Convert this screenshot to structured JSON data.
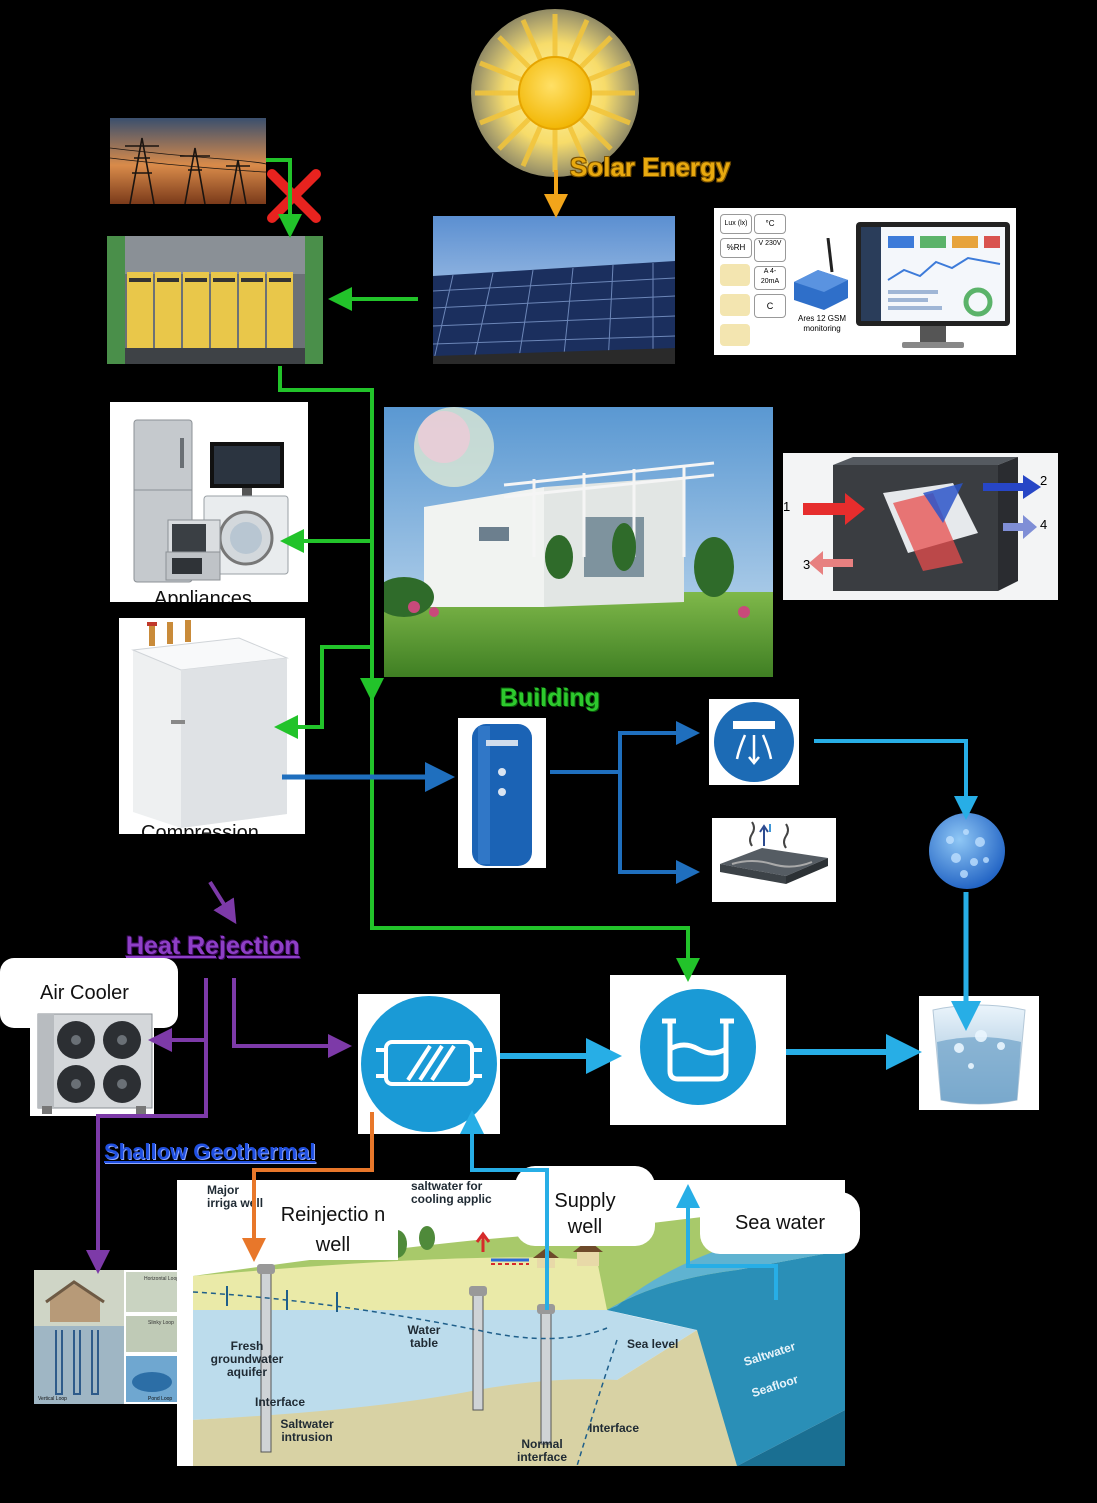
{
  "labels": {
    "solar_energy": "Solar Energy",
    "building": "Building",
    "heat_rejection": "Heat Rejection",
    "shallow_geothermal": "Shallow Geothermal",
    "air_cooler": "Air Cooler",
    "appliances": "Appliances",
    "compression": "Compression",
    "reinjection_well": "Reinjectio n well",
    "supply_well": "Supply well",
    "sea_water": "Sea water"
  },
  "monitoring": {
    "device_name": "Ares 12 GSM monitoring",
    "sensors": [
      "Lux (lx)",
      "°C",
      "%RH",
      "V 230V",
      "A 4-20mA",
      "C"
    ]
  },
  "heat_exchanger_ports": [
    "1",
    "2",
    "3",
    "4"
  ],
  "aquifer_labels": {
    "major_irrigation_well": "Major irriga well",
    "saltwater_for_cooling": "saltwater for cooling applic",
    "fresh_groundwater": "Fresh groundwater aquifer",
    "water_table": "Water table",
    "sea_level": "Sea level",
    "saltwater": "Saltwater",
    "seafloor": "Seafloor",
    "interface_left": "Interface",
    "saltwater_intrusion": "Saltwater intrusion",
    "interface_right": "Interface",
    "normal_interface": "Normal interface"
  },
  "geo_loops": [
    "Horizontal Loop",
    "Slinky Loop",
    "Vertical Loop",
    "Pond Loop"
  ],
  "colors": {
    "green_flow": "#22c32a",
    "blue_flow": "#1f6fbe",
    "cyan_flow": "#27aee6",
    "purple_flow": "#7d3aa8",
    "orange_flow": "#e8772a",
    "solar": "#e8a90f"
  }
}
